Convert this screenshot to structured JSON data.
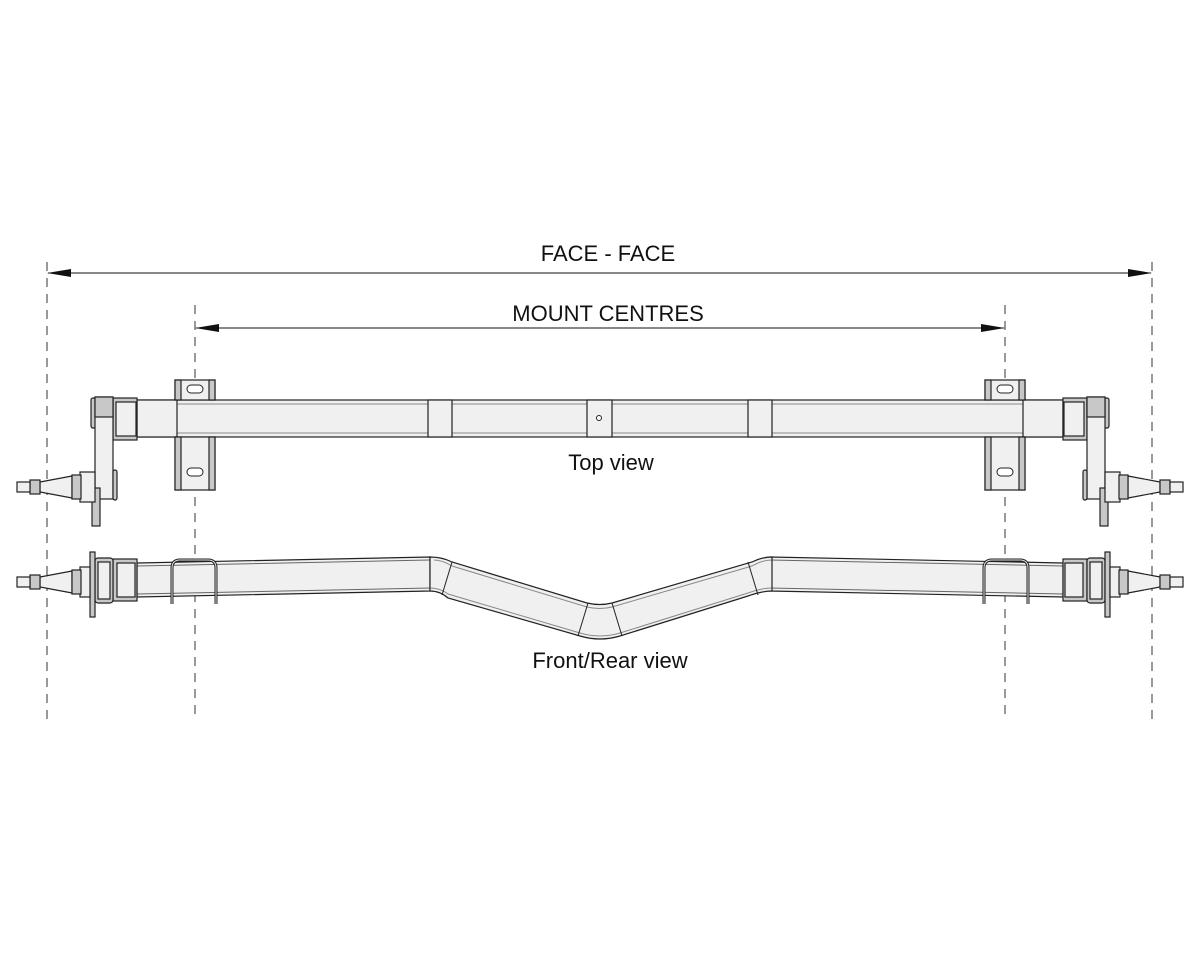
{
  "dimensions": {
    "face_to_face": "FACE - FACE",
    "mount_centres": "MOUNT CENTRES"
  },
  "views": {
    "top": "Top view",
    "front_rear": "Front/Rear view"
  }
}
